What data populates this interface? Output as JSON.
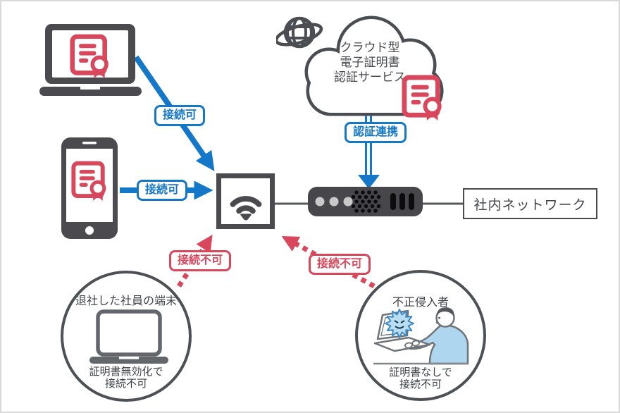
{
  "colors": {
    "accent_blue": "#1577c8",
    "accent_red": "#d8475c",
    "dark_gray": "#4a4a4f",
    "light_gray_dots": "#c9c9c9",
    "person_shirt_blue": "#aed6ef",
    "virus_blue": "#b9ddf3",
    "frame_border": "#d9d9d9"
  },
  "cloud": {
    "line1": "クラウド型",
    "line2": "電子証明書",
    "line3": "認証サービス"
  },
  "network": {
    "label": "社内ネットワーク"
  },
  "arrows": {
    "laptop_ok": "接続可",
    "phone_ok": "接続可",
    "auth_link": "認証連携",
    "left_deny": "接続不可",
    "right_deny": "接続不可"
  },
  "left_circle": {
    "title": "退社した社員の端末",
    "caption_line1": "証明書無効化で",
    "caption_line2": "接続不可"
  },
  "right_circle": {
    "title": "不正侵入者",
    "caption_line1": "証明書なしで",
    "caption_line2": "接続不可"
  }
}
